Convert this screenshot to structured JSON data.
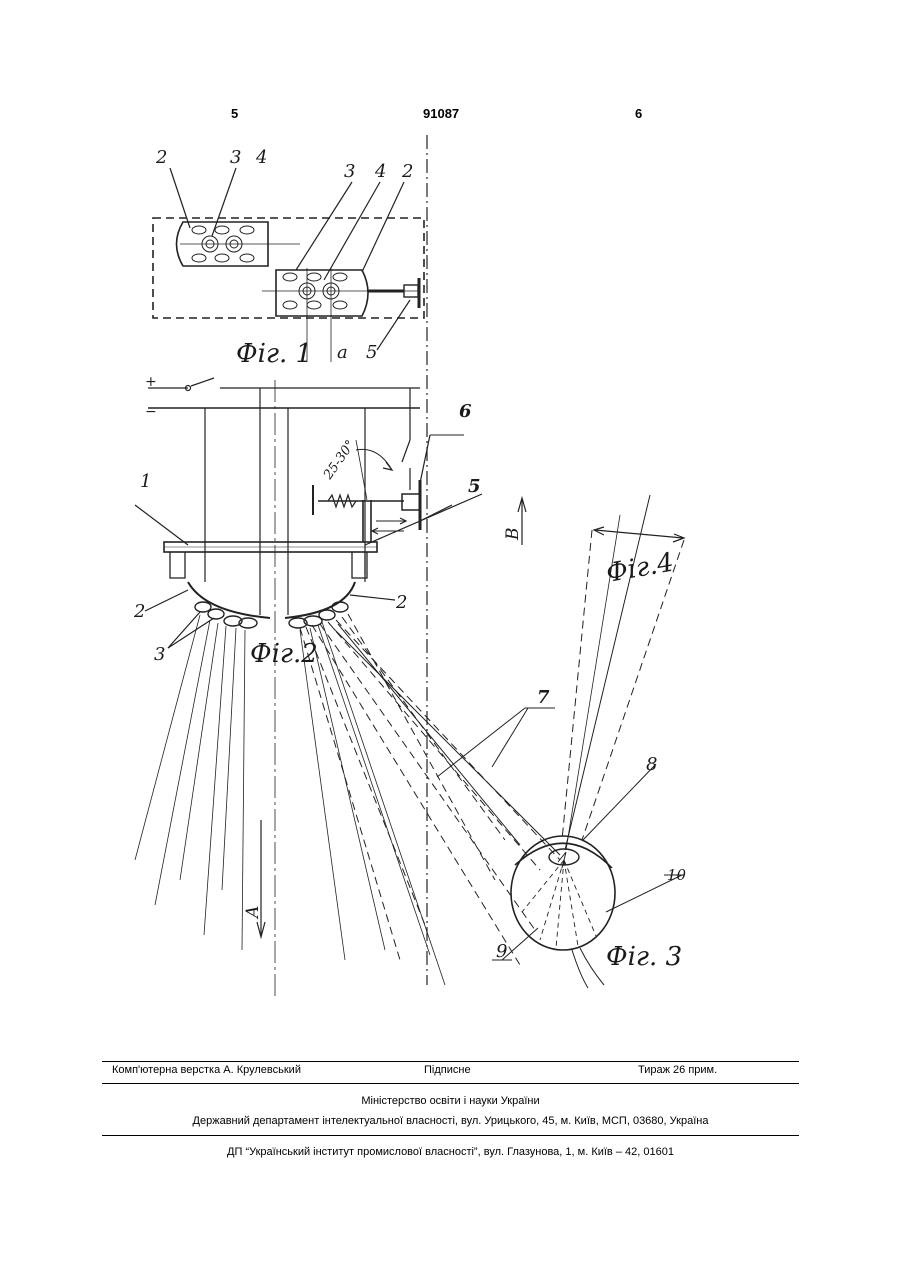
{
  "header": {
    "page_left": "5",
    "patent_number": "91087",
    "page_right": "6"
  },
  "figures": {
    "fig1_caption": "Фіг. 1",
    "fig2_caption": "Фіг.2",
    "fig3_caption": "Фіг. 3",
    "fig4_caption": "Фіг.4",
    "labels": {
      "n1": "1",
      "n2": "2",
      "n3": "3",
      "n4": "4",
      "n5": "5",
      "n6": "6",
      "n7": "7",
      "n8": "8",
      "n9": "9",
      "n10": "10",
      "a": "a",
      "A": "A",
      "B": "B",
      "angle": "25-30°",
      "plus": "+",
      "minus": "−"
    }
  },
  "footer": {
    "layout_credit": "Комп'ютерна верстка А. Крулевський",
    "signed": "Підписне",
    "circulation": "Тираж 26 прим.",
    "ministry": "Міністерство освіти і науки України",
    "department": "Державний департамент інтелектуальної власності, вул. Урицького, 45, м. Київ, МСП, 03680, Україна",
    "institute": "ДП “Український інститут промислової власності”, вул. Глазунова, 1, м. Київ – 42, 01601"
  }
}
